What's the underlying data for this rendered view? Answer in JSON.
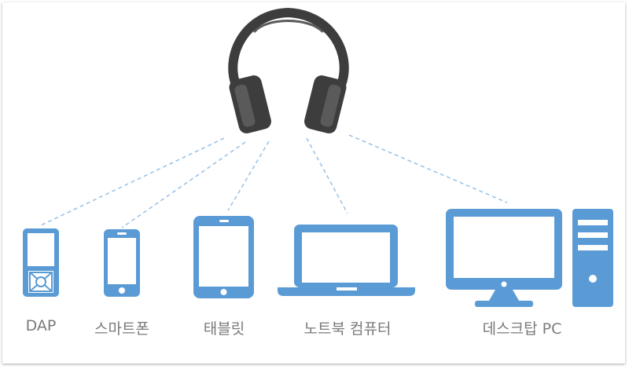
{
  "colors": {
    "device": "#5b9bd5",
    "headphone": "#3d3d3d",
    "headphone_accent": "#5a5a5a",
    "connector": "#9dc3e6",
    "label": "#7a7a7a"
  },
  "central_device": {
    "icon": "headphones-icon"
  },
  "devices": [
    {
      "id": "dap",
      "label": "DAP",
      "icon": "dap-icon"
    },
    {
      "id": "smartphone",
      "label": "스마트폰",
      "icon": "smartphone-icon"
    },
    {
      "id": "tablet",
      "label": "태블릿",
      "icon": "tablet-icon"
    },
    {
      "id": "laptop",
      "label": "노트북 컴퓨터",
      "icon": "laptop-icon"
    },
    {
      "id": "desktop",
      "label": "데스크탑 PC",
      "icon": "desktop-pc-icon"
    }
  ]
}
